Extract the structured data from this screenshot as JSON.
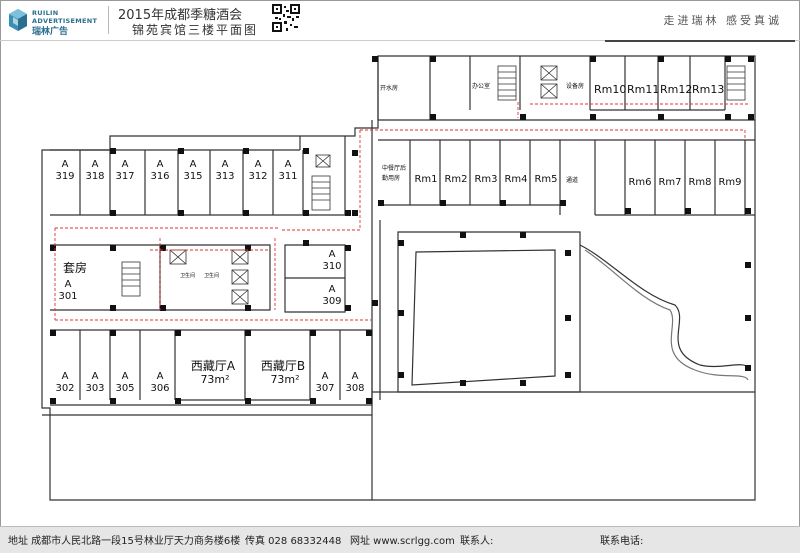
{
  "logo": {
    "line1": "RUILIN",
    "line2": "ADVERTISEMENT",
    "line3": "瑞林广告"
  },
  "title": "2015年成都季糖酒会",
  "subtitle": "锦苑宾馆三楼平面图",
  "slogan": "走进瑞林  感受真诚",
  "rooms_west": [
    {
      "id": "319",
      "prefix": "A"
    },
    {
      "id": "318",
      "prefix": "A"
    },
    {
      "id": "317",
      "prefix": "A"
    },
    {
      "id": "316",
      "prefix": "A"
    },
    {
      "id": "315",
      "prefix": "A"
    },
    {
      "id": "313",
      "prefix": "A"
    },
    {
      "id": "312",
      "prefix": "A"
    },
    {
      "id": "311",
      "prefix": "A"
    }
  ],
  "rooms_south": [
    {
      "id": "302",
      "prefix": "A"
    },
    {
      "id": "303",
      "prefix": "A"
    },
    {
      "id": "305",
      "prefix": "A"
    },
    {
      "id": "306",
      "prefix": "A"
    },
    {
      "id": "307",
      "prefix": "A"
    },
    {
      "id": "308",
      "prefix": "A"
    }
  ],
  "rooms_mid": [
    {
      "id": "310",
      "prefix": "A"
    },
    {
      "id": "309",
      "prefix": "A"
    }
  ],
  "suite": {
    "name": "套房",
    "prefix": "A",
    "id": "301"
  },
  "halls": [
    {
      "name": "西藏厅A",
      "area": "73m²"
    },
    {
      "name": "西藏厅B",
      "area": "73m²"
    }
  ],
  "meeting_rooms_top": [
    "Rm10",
    "Rm11",
    "Rm12",
    "Rm13"
  ],
  "meeting_rooms_left": [
    "Rm1",
    "Rm2",
    "Rm3",
    "Rm4",
    "Rm5"
  ],
  "meeting_rooms_right": [
    "Rm6",
    "Rm7",
    "Rm8",
    "Rm9"
  ],
  "small_labels": {
    "kaishuifang": "开水房",
    "bangongshi": "办公室",
    "shebeifang": "设备房",
    "zhongcanting": "中餐厅后",
    "tongdao_a": "勤用房",
    "tongdao": "通道",
    "wc1": "卫生间",
    "wc2": "卫生间"
  },
  "footer": {
    "address": "地址  成都市人民北路一段15号林业厅天力商务楼6楼",
    "fax": "传真  028 68332448",
    "website": "网址  www.scrlgg.com",
    "contact": "联系人:",
    "phone": "联系电话:"
  },
  "colors": {
    "wall": "#333333",
    "route": "#e03030",
    "logo_blue": "#2a6f8f",
    "footer_bg": "#e6e6e6"
  }
}
